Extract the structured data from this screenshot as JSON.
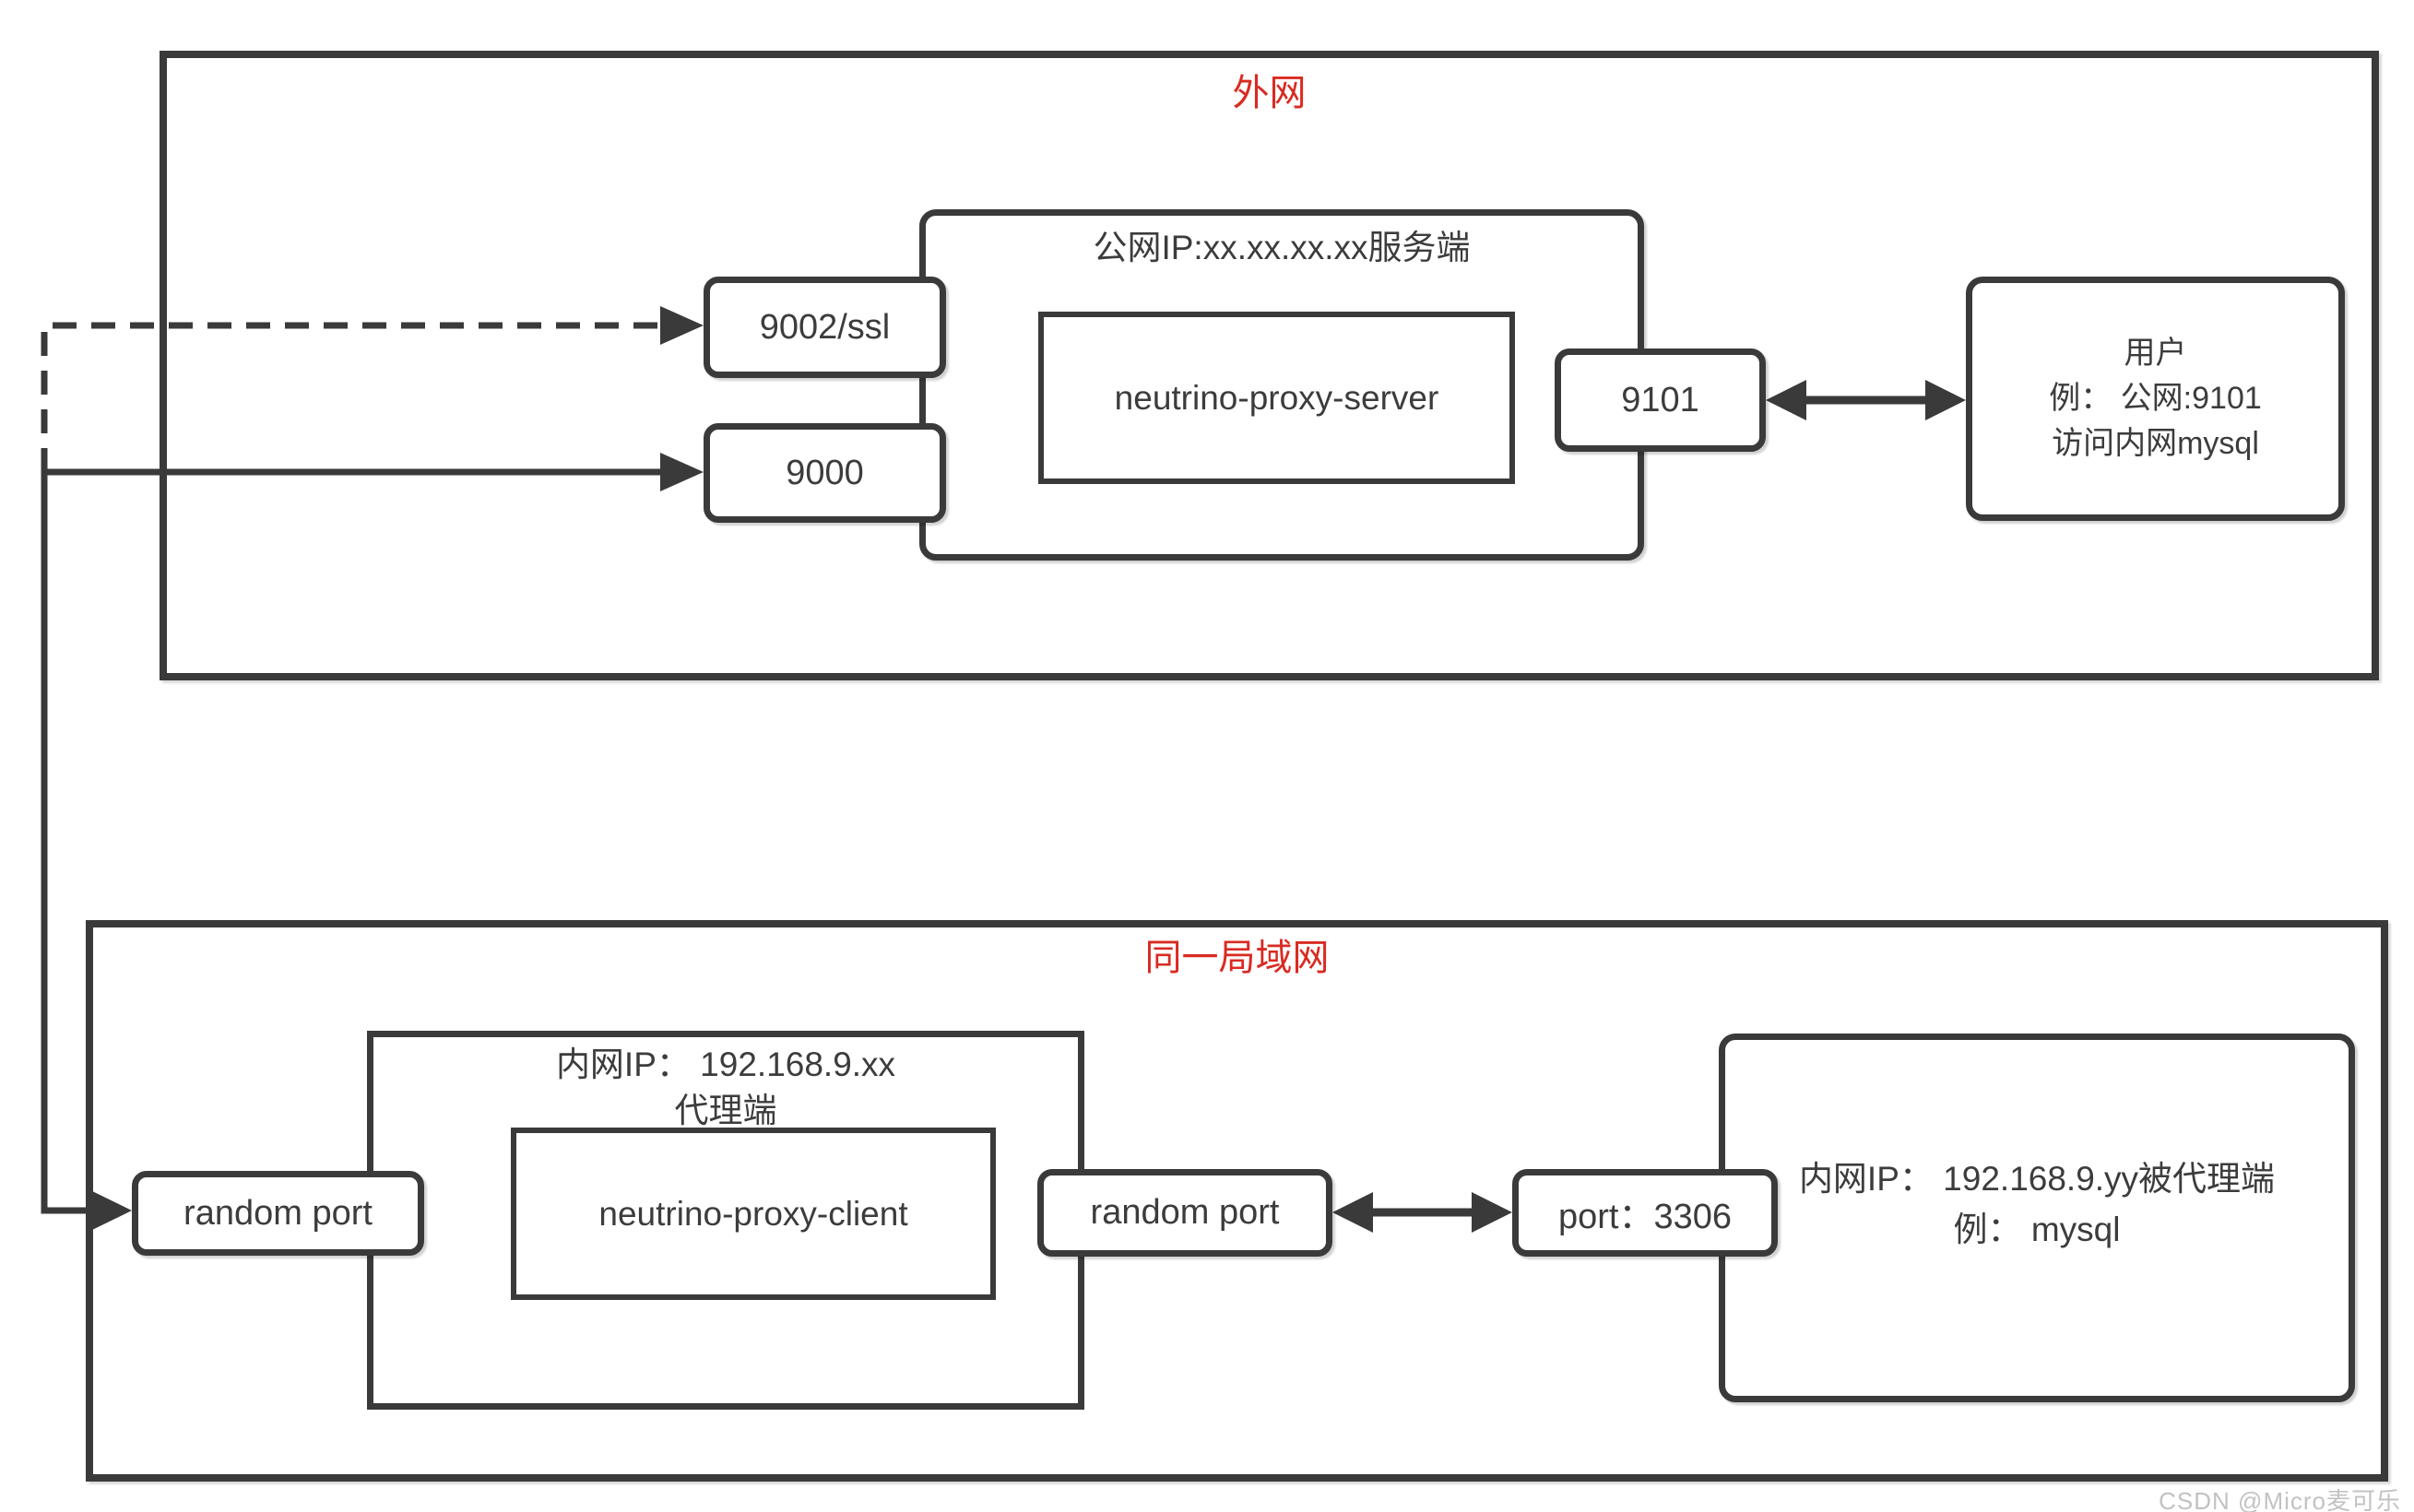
{
  "wan": {
    "label": "外网"
  },
  "lan": {
    "label": "同一局域网"
  },
  "server": {
    "title": "公网IP:xx.xx.xx.xx服务端",
    "name": "neutrino-proxy-server",
    "port_ssl": "9002/ssl",
    "port_main": "9000",
    "port_mapped": "9101"
  },
  "user": {
    "line1": "用户",
    "line2": "例： 公网:9101",
    "line3": "访问内网mysql"
  },
  "client": {
    "title_line1": "内网IP： 192.168.9.xx",
    "title_line2": "代理端",
    "name": "neutrino-proxy-client",
    "port_left": "random port",
    "port_right": "random port"
  },
  "target": {
    "port_label": "port：3306",
    "line1": "内网IP： 192.168.9.yy被代理端",
    "line2": "例： mysql"
  },
  "watermark": {
    "text": "CSDN @Micro麦可乐"
  },
  "colors": {
    "line": "#3a3a3a",
    "accent_red": "#d92b22",
    "watermark": "#c2c2c2"
  }
}
